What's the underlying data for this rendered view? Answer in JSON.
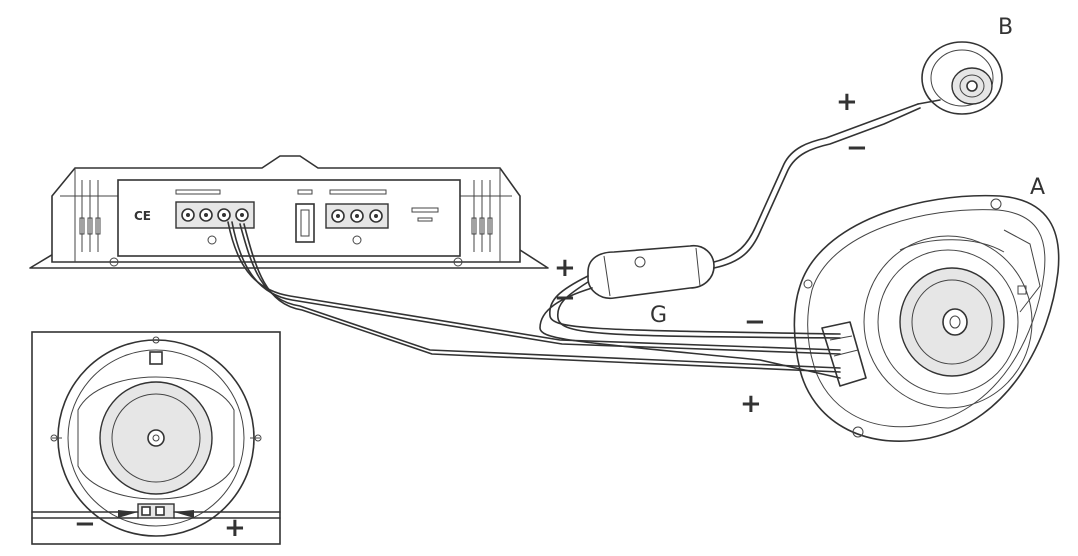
{
  "labels": {
    "a": "A",
    "b": "B",
    "g": "G",
    "plus": "+",
    "minus": "−",
    "ce": "CE"
  }
}
